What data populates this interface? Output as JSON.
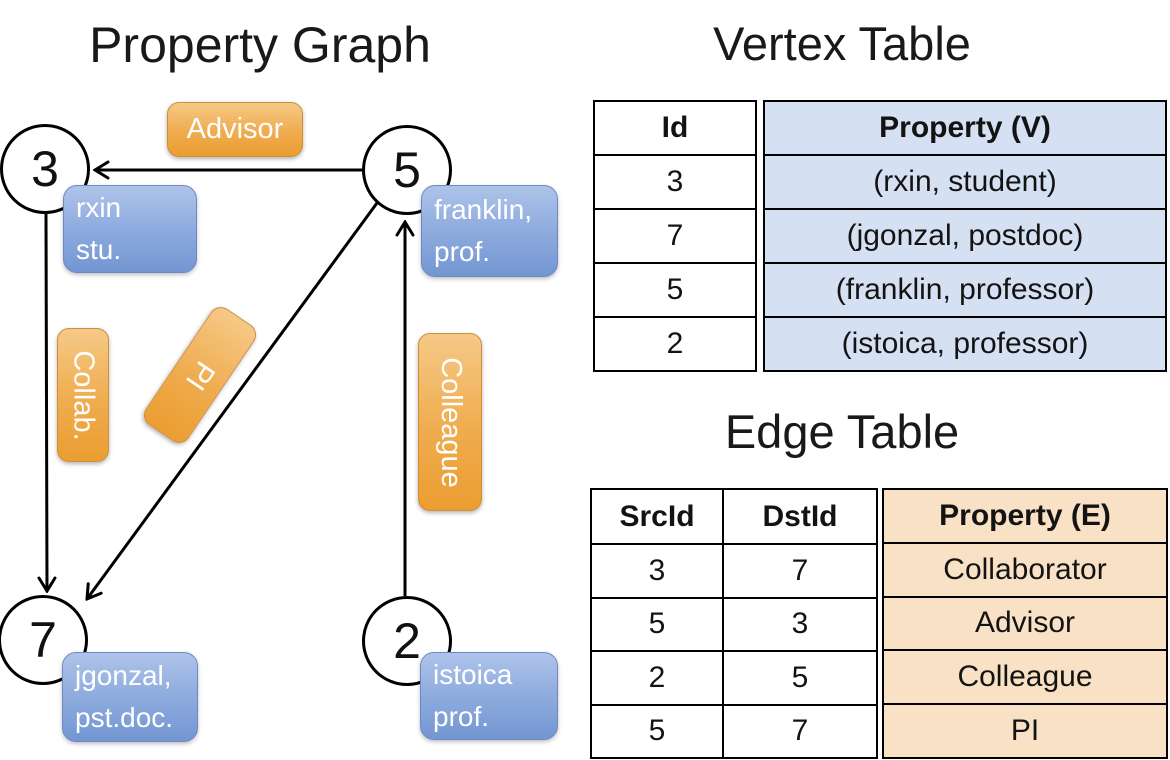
{
  "graph": {
    "title": "Property Graph",
    "nodes": {
      "n3": {
        "id": "3",
        "property": [
          "rxin",
          "stu."
        ]
      },
      "n5": {
        "id": "5",
        "property": [
          "franklin,",
          "prof."
        ]
      },
      "n7": {
        "id": "7",
        "property": [
          "jgonzal,",
          "pst.doc."
        ]
      },
      "n2": {
        "id": "2",
        "property": [
          "istoica",
          "prof."
        ]
      }
    },
    "edges": {
      "advisor": {
        "label": "Advisor",
        "src": "5",
        "dst": "3"
      },
      "collab": {
        "label": "Collab.",
        "src": "3",
        "dst": "7"
      },
      "pi": {
        "label": "PI",
        "src": "5",
        "dst": "7"
      },
      "colleague": {
        "label": "Colleague",
        "src": "2",
        "dst": "5"
      }
    }
  },
  "vertex_table": {
    "title": "Vertex Table",
    "columns": [
      "Id",
      "Property (V)"
    ],
    "rows": [
      {
        "id": "3",
        "property": "(rxin, student)"
      },
      {
        "id": "7",
        "property": "(jgonzal, postdoc)"
      },
      {
        "id": "5",
        "property": "(franklin, professor)"
      },
      {
        "id": "2",
        "property": "(istoica, professor)"
      }
    ]
  },
  "edge_table": {
    "title": "Edge Table",
    "columns": [
      "SrcId",
      "DstId",
      "Property (E)"
    ],
    "rows": [
      {
        "src": "3",
        "dst": "7",
        "property": "Collaborator"
      },
      {
        "src": "5",
        "dst": "3",
        "property": "Advisor"
      },
      {
        "src": "2",
        "dst": "5",
        "property": "Colleague"
      },
      {
        "src": "5",
        "dst": "7",
        "property": "PI"
      }
    ]
  },
  "colors": {
    "edge_label_orange": "#EDA23B",
    "vertex_label_blue": "#7E9FD8",
    "vertex_property_fill": "#D5E0F2",
    "edge_property_fill": "#F8E1C4",
    "line_black": "#000000"
  }
}
